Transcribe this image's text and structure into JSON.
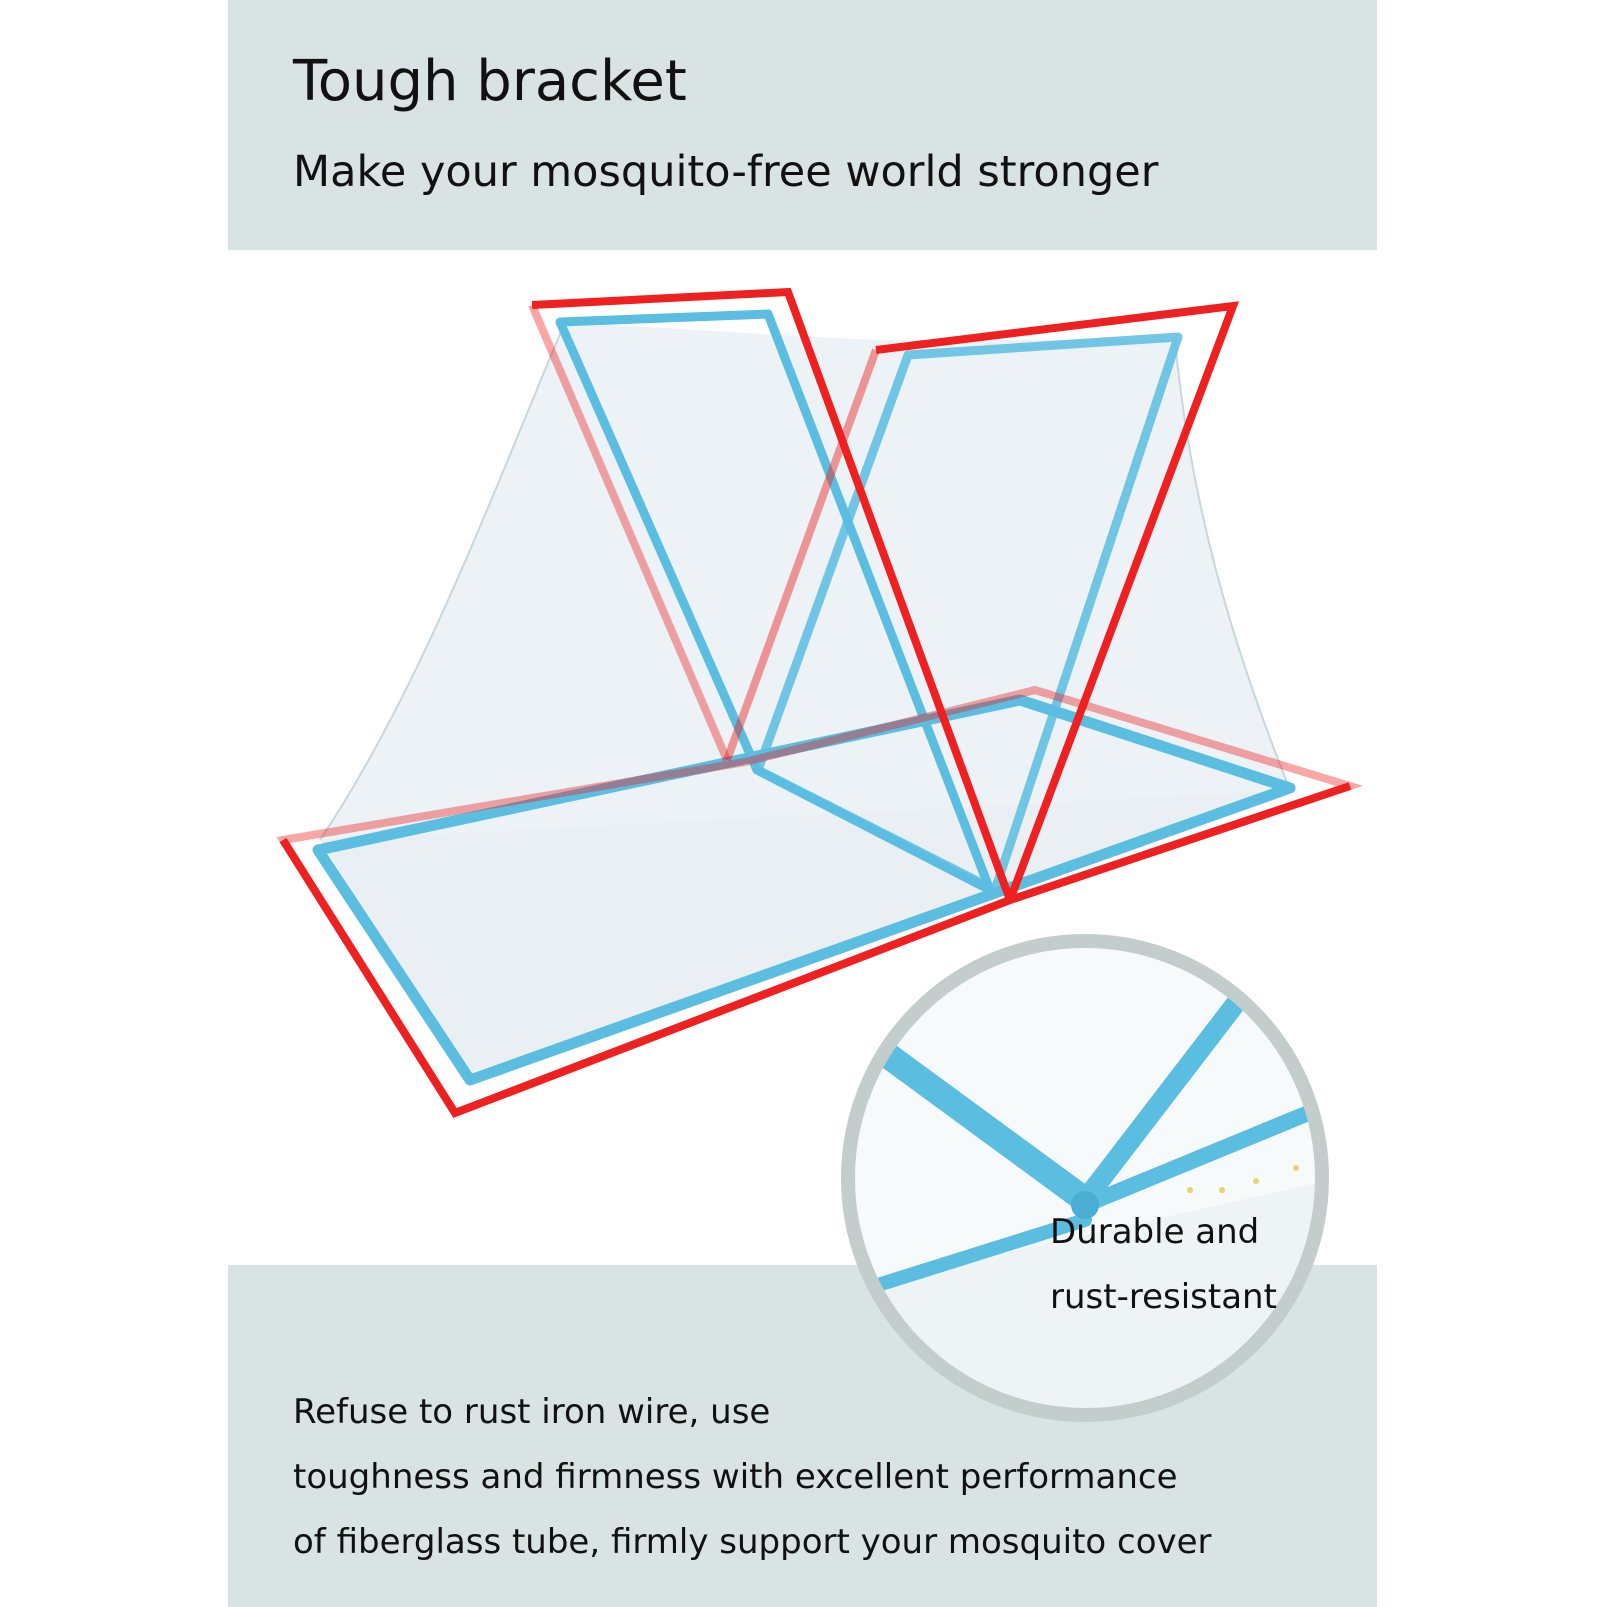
{
  "header": {
    "title": "Tough bracket",
    "subtitle": "Make your mosquito-free world stronger"
  },
  "callout": {
    "lines": [
      "Durable and",
      "rust-resistant"
    ]
  },
  "footer": {
    "lines": [
      "Refuse to rust iron wire, use",
      "toughness and firmness with excellent performance",
      "of fiberglass tube, firmly support your mosquito cover"
    ]
  },
  "colors": {
    "panel_background": "#d9e3e3",
    "highlight_outline": "#ee2020",
    "frame_tube": "#5bbde0",
    "netting": "#dce8ef",
    "zoom_ring": "#c3cdcc"
  }
}
